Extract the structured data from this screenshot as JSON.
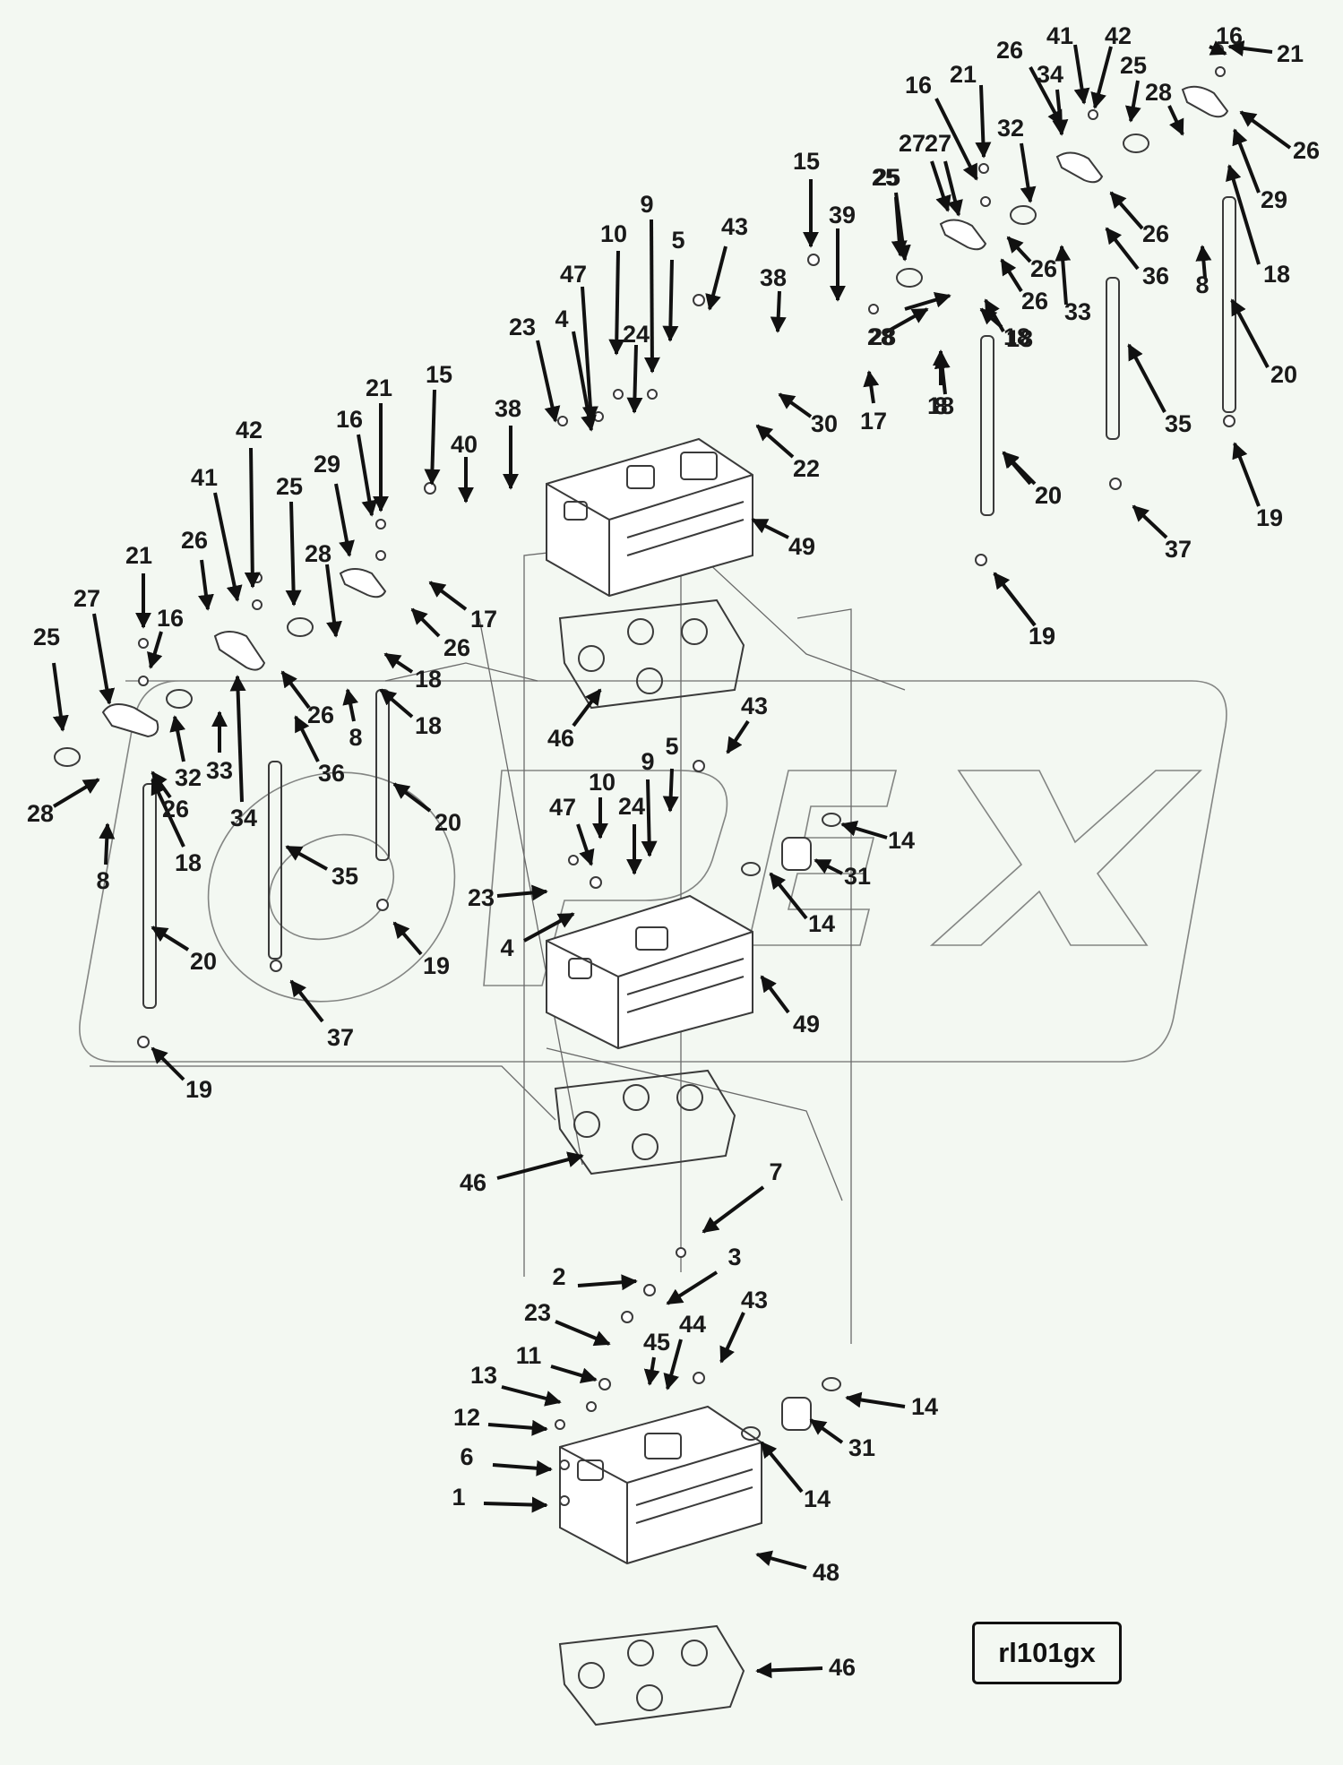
{
  "reference_code": "rl101gx",
  "icons": {
    "watermark": "opex-watermark-logo",
    "arrow": "leader-arrow"
  },
  "callouts": [
    {
      "id": "c1",
      "text": "21"
    },
    {
      "id": "c2",
      "text": "16"
    },
    {
      "id": "c3",
      "text": "42"
    },
    {
      "id": "c4",
      "text": "41"
    },
    {
      "id": "c5",
      "text": "26"
    },
    {
      "id": "c6",
      "text": "34"
    },
    {
      "id": "c7",
      "text": "25"
    },
    {
      "id": "c8",
      "text": "28"
    },
    {
      "id": "c9",
      "text": "26"
    },
    {
      "id": "c10",
      "text": "29"
    },
    {
      "id": "c11",
      "text": "18"
    },
    {
      "id": "c12",
      "text": "21"
    },
    {
      "id": "c13",
      "text": "16"
    },
    {
      "id": "c14",
      "text": "32"
    },
    {
      "id": "c15",
      "text": "27"
    },
    {
      "id": "c16",
      "text": "26"
    },
    {
      "id": "c17",
      "text": "25"
    },
    {
      "id": "c18",
      "text": "36"
    },
    {
      "id": "c19",
      "text": "8"
    },
    {
      "id": "c20",
      "text": "33"
    },
    {
      "id": "c21",
      "text": "26"
    },
    {
      "id": "c22",
      "text": "18"
    },
    {
      "id": "c23",
      "text": "35"
    },
    {
      "id": "c24",
      "text": "20"
    },
    {
      "id": "c25",
      "text": "19"
    },
    {
      "id": "c26",
      "text": "37"
    },
    {
      "id": "c27",
      "text": "20"
    },
    {
      "id": "c28",
      "text": "28"
    },
    {
      "id": "c29",
      "text": "26"
    },
    {
      "id": "c30",
      "text": "8"
    },
    {
      "id": "c31",
      "text": "18"
    },
    {
      "id": "c32",
      "text": "19"
    },
    {
      "id": "c33",
      "text": "15"
    },
    {
      "id": "c34",
      "text": "39"
    },
    {
      "id": "c35",
      "text": "25"
    },
    {
      "id": "c36",
      "text": "27"
    },
    {
      "id": "c37",
      "text": "38"
    },
    {
      "id": "c38",
      "text": "28"
    },
    {
      "id": "c39",
      "text": "17"
    },
    {
      "id": "c40",
      "text": "8"
    },
    {
      "id": "c41",
      "text": "43"
    },
    {
      "id": "c42",
      "text": "9"
    },
    {
      "id": "c43",
      "text": "10"
    },
    {
      "id": "c44",
      "text": "5"
    },
    {
      "id": "c45",
      "text": "47"
    },
    {
      "id": "c46",
      "text": "4"
    },
    {
      "id": "c47",
      "text": "24"
    },
    {
      "id": "c48",
      "text": "23"
    },
    {
      "id": "c49",
      "text": "30"
    },
    {
      "id": "c50",
      "text": "22"
    },
    {
      "id": "c51",
      "text": "49"
    },
    {
      "id": "c52",
      "text": "20"
    },
    {
      "id": "c53",
      "text": "19"
    },
    {
      "id": "c54",
      "text": "18"
    },
    {
      "id": "c55",
      "text": "21"
    },
    {
      "id": "c56",
      "text": "15"
    },
    {
      "id": "c57",
      "text": "16"
    },
    {
      "id": "c58",
      "text": "38"
    },
    {
      "id": "c59",
      "text": "40"
    },
    {
      "id": "c60",
      "text": "42"
    },
    {
      "id": "c61",
      "text": "29"
    },
    {
      "id": "c62",
      "text": "41"
    },
    {
      "id": "c63",
      "text": "25"
    },
    {
      "id": "c64",
      "text": "28"
    },
    {
      "id": "c65",
      "text": "21"
    },
    {
      "id": "c66",
      "text": "26"
    },
    {
      "id": "c67",
      "text": "16"
    },
    {
      "id": "c68",
      "text": "27"
    },
    {
      "id": "c69",
      "text": "25"
    },
    {
      "id": "c70",
      "text": "17"
    },
    {
      "id": "c71",
      "text": "26"
    },
    {
      "id": "c72",
      "text": "18"
    },
    {
      "id": "c73",
      "text": "18"
    },
    {
      "id": "c74",
      "text": "26"
    },
    {
      "id": "c75",
      "text": "8"
    },
    {
      "id": "c76",
      "text": "36"
    },
    {
      "id": "c77",
      "text": "32"
    },
    {
      "id": "c78",
      "text": "33"
    },
    {
      "id": "c79",
      "text": "26"
    },
    {
      "id": "c80",
      "text": "28"
    },
    {
      "id": "c81",
      "text": "34"
    },
    {
      "id": "c82",
      "text": "18"
    },
    {
      "id": "c83",
      "text": "20"
    },
    {
      "id": "c84",
      "text": "8"
    },
    {
      "id": "c85",
      "text": "35"
    },
    {
      "id": "c86",
      "text": "20"
    },
    {
      "id": "c87",
      "text": "19"
    },
    {
      "id": "c88",
      "text": "37"
    },
    {
      "id": "c89",
      "text": "19"
    },
    {
      "id": "c90",
      "text": "46"
    },
    {
      "id": "c91",
      "text": "43"
    },
    {
      "id": "c92",
      "text": "9"
    },
    {
      "id": "c93",
      "text": "5"
    },
    {
      "id": "c94",
      "text": "10"
    },
    {
      "id": "c95",
      "text": "47"
    },
    {
      "id": "c96",
      "text": "24"
    },
    {
      "id": "c97",
      "text": "14"
    },
    {
      "id": "c98",
      "text": "31"
    },
    {
      "id": "c99",
      "text": "23"
    },
    {
      "id": "c100",
      "text": "14"
    },
    {
      "id": "c101",
      "text": "4"
    },
    {
      "id": "c102",
      "text": "49"
    },
    {
      "id": "c103",
      "text": "46"
    },
    {
      "id": "c104",
      "text": "7"
    },
    {
      "id": "c105",
      "text": "2"
    },
    {
      "id": "c106",
      "text": "3"
    },
    {
      "id": "c107",
      "text": "23"
    },
    {
      "id": "c108",
      "text": "43"
    },
    {
      "id": "c109",
      "text": "45"
    },
    {
      "id": "c110",
      "text": "44"
    },
    {
      "id": "c111",
      "text": "11"
    },
    {
      "id": "c112",
      "text": "13"
    },
    {
      "id": "c113",
      "text": "14"
    },
    {
      "id": "c114",
      "text": "12"
    },
    {
      "id": "c115",
      "text": "31"
    },
    {
      "id": "c116",
      "text": "6"
    },
    {
      "id": "c117",
      "text": "14"
    },
    {
      "id": "c118",
      "text": "1"
    },
    {
      "id": "c119",
      "text": "48"
    },
    {
      "id": "c120",
      "text": "46"
    }
  ]
}
